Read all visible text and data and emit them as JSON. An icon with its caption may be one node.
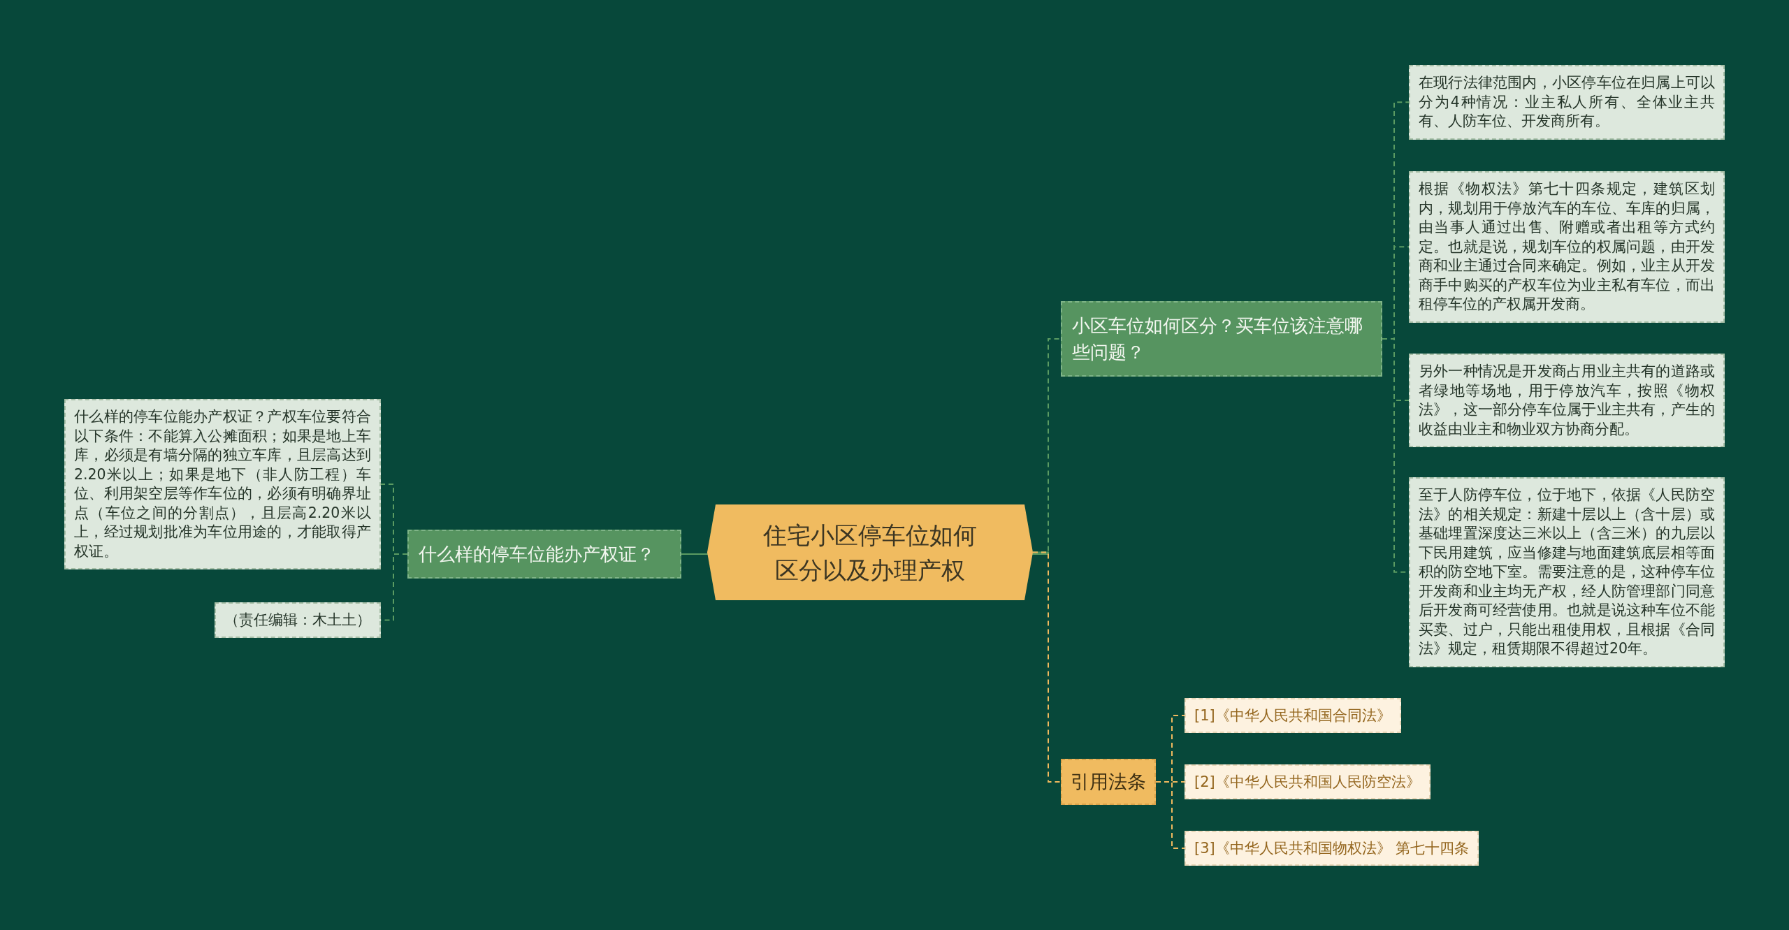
{
  "diagram": {
    "nodes": [
      {
        "text": [
          "住宅小区停车位如何区分以及办理产权"
        ]
      },
      {
        "text": [
          "什么样的停车位能办产权证？"
        ]
      },
      {
        "text": [
          "什么样的停车位能办产权证？产权车位要符合以下条件：不能算入公摊面积；如果是地上车库，必须是有墙分隔的独立车库，且层高达到2.20米以上；如果是地下（非人防工程）车位、利用架空层等作车位的，必须有明确界址点（车位之间的分割点），且层高2.20米以上，经过规划批准为车位用途的，才能取得产权证。"
        ]
      },
      {
        "text": [
          "（责任编辑：木土土）"
        ]
      },
      {
        "text": [
          "小区车位如何区分？买车位该注意哪些问题？"
        ]
      },
      {
        "text": [
          "在现行法律范围内，小区停车位在归属上可以分为4种情况：业主私人所有、全体业主共有、人防车位、开发商所有。"
        ]
      },
      {
        "text": [
          "根据《物权法》第七十四条规定，建筑区划内，规划用于停放汽车的车位、车库的归属，由当事人通过出售、附赠或者出租等方式约定。也就是说，规划车位的权属问题，由开发商和业主通过合同来确定。例如，业主从开发商手中购买的产权车位为业主私有车位，而出租停车位的产权属开发商。"
        ]
      },
      {
        "text": [
          "另外一种情况是开发商占用业主共有的道路或者绿地等场地，用于停放汽车，按照《物权法》，这一部分停车位属于业主共有，产生的收益由业主和物业双方协商分配。"
        ]
      },
      {
        "text": [
          "至于人防停车位，位于地下，依据《人民防空法》的相关规定：新建十层以上（含十层）或基础埋置深度达三米以上（含三米）的九层以下民用建筑，应当修建与地面建筑底层相等面积的防空地下室。需要注意的是，这种停车位开发商和业主均无产权，经人防管理部门同意后开发商可经营使用。也就是说这种车位不能买卖、过户，只能出租使用权，且根据《合同法》规定，租赁期限不得超过20年。"
        ]
      },
      {
        "text": [
          "引用法条"
        ]
      },
      {
        "text": [
          "[1]《中华人民共和国合同法》"
        ]
      },
      {
        "text": [
          "[2]《中华人民共和国人民防空法》"
        ]
      },
      {
        "text": [
          "[3]《中华人民共和国物权法》 第七十四条"
        ]
      }
    ],
    "edges": [
      {
        "from": 0,
        "to": 1,
        "arrow": "none"
      },
      {
        "from": 1,
        "to": 2,
        "arrow": "none",
        "style": "dashed"
      },
      {
        "from": 1,
        "to": 3,
        "arrow": "none",
        "style": "dashed"
      },
      {
        "from": 0,
        "to": 4,
        "arrow": "none",
        "style": "dashed"
      },
      {
        "from": 4,
        "to": 5,
        "arrow": "none",
        "style": "dashed"
      },
      {
        "from": 4,
        "to": 6,
        "arrow": "none",
        "style": "dashed"
      },
      {
        "from": 4,
        "to": 7,
        "arrow": "none",
        "style": "dashed"
      },
      {
        "from": 4,
        "to": 8,
        "arrow": "none",
        "style": "dashed"
      },
      {
        "from": 0,
        "to": 9,
        "arrow": "none",
        "style": "dashed",
        "color": "#f0b95e"
      },
      {
        "from": 9,
        "to": 10,
        "arrow": "none",
        "style": "dashed",
        "color": "#f0b95e"
      },
      {
        "from": 9,
        "to": 11,
        "arrow": "none",
        "style": "dashed",
        "color": "#f0b95e"
      },
      {
        "from": 9,
        "to": 12,
        "arrow": "none",
        "style": "dashed",
        "color": "#f0b95e"
      }
    ]
  }
}
